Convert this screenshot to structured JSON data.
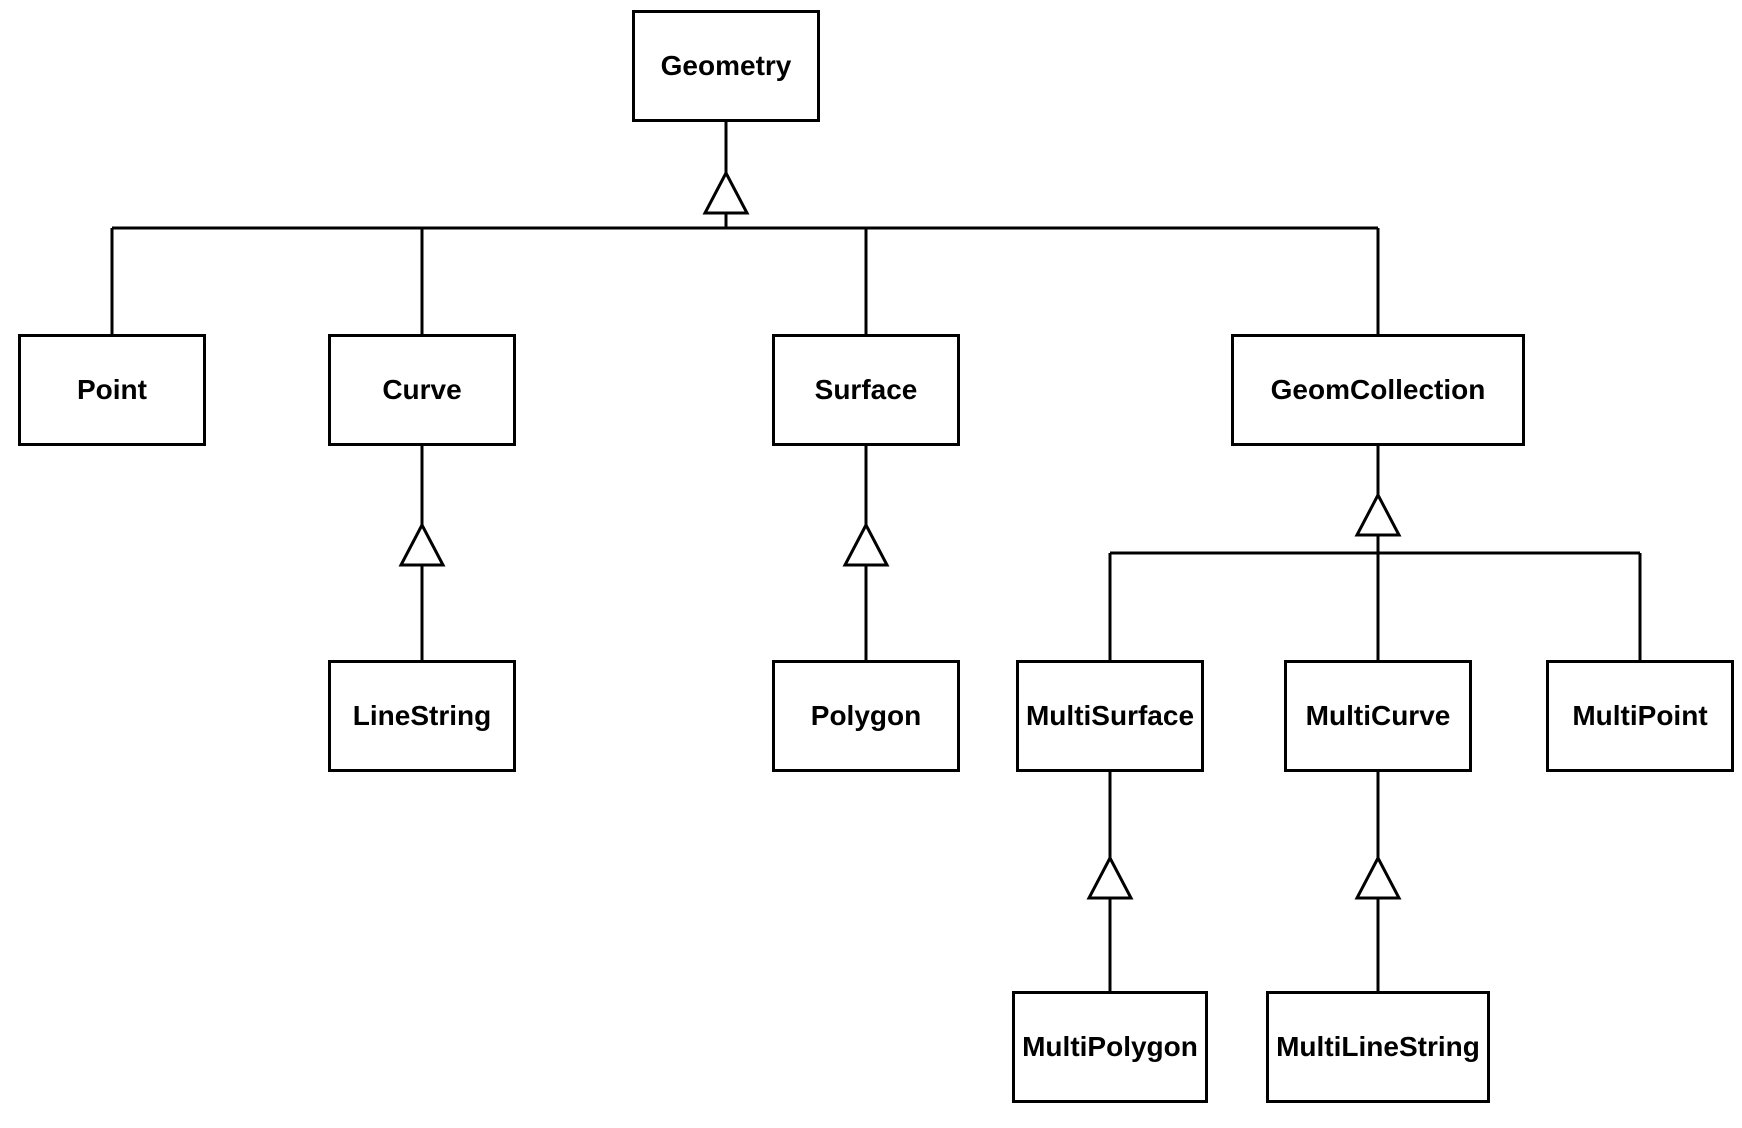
{
  "diagram": {
    "nodes": {
      "geometry": "Geometry",
      "point": "Point",
      "curve": "Curve",
      "surface": "Surface",
      "geom_collection": "GeomCollection",
      "line_string": "LineString",
      "polygon": "Polygon",
      "multi_surface": "MultiSurface",
      "multi_curve": "MultiCurve",
      "multi_point": "MultiPoint",
      "multi_polygon": "MultiPolygon",
      "multi_line_string": "MultiLineString"
    },
    "edges": [
      {
        "parent": "Geometry",
        "child": "Point",
        "type": "generalization"
      },
      {
        "parent": "Geometry",
        "child": "Curve",
        "type": "generalization"
      },
      {
        "parent": "Geometry",
        "child": "Surface",
        "type": "generalization"
      },
      {
        "parent": "Geometry",
        "child": "GeomCollection",
        "type": "generalization"
      },
      {
        "parent": "Curve",
        "child": "LineString",
        "type": "generalization"
      },
      {
        "parent": "Surface",
        "child": "Polygon",
        "type": "generalization"
      },
      {
        "parent": "GeomCollection",
        "child": "MultiSurface",
        "type": "generalization"
      },
      {
        "parent": "GeomCollection",
        "child": "MultiCurve",
        "type": "generalization"
      },
      {
        "parent": "GeomCollection",
        "child": "MultiPoint",
        "type": "generalization"
      },
      {
        "parent": "MultiSurface",
        "child": "MultiPolygon",
        "type": "generalization"
      },
      {
        "parent": "MultiCurve",
        "child": "MultiLineString",
        "type": "generalization"
      }
    ],
    "colors": {
      "line": "#000000",
      "text": "#000000",
      "node_fill": "#ffffff",
      "background": "#ffffff"
    }
  }
}
